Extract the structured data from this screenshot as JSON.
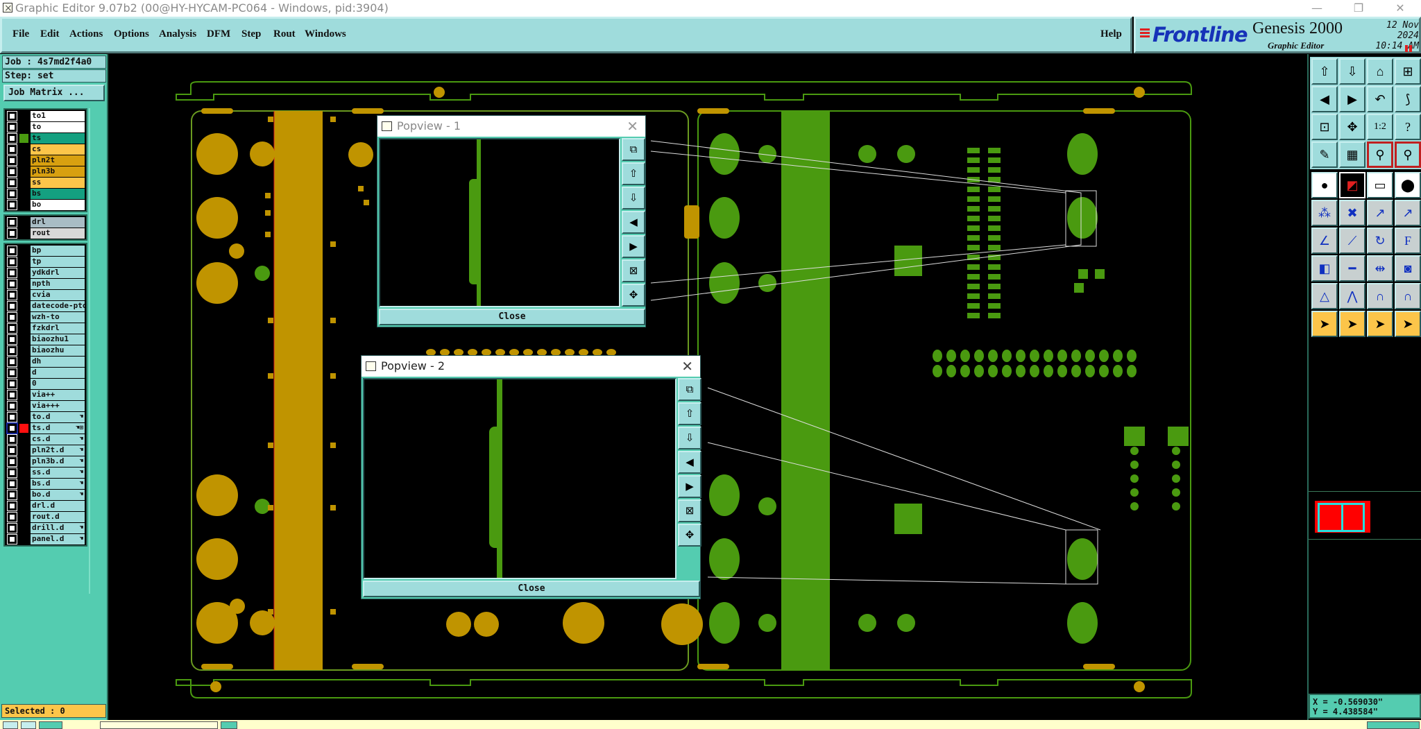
{
  "window": {
    "title": "Graphic Editor 9.07b2 (00@HY-HYCAM-PC064 - Windows, pid:3904)",
    "controls": [
      "minimize",
      "restore",
      "close"
    ]
  },
  "menu": {
    "items": [
      {
        "label": "File",
        "key": "F"
      },
      {
        "label": "Edit",
        "key": "E"
      },
      {
        "label": "Actions",
        "key": "A"
      },
      {
        "label": "Options",
        "key": "p"
      },
      {
        "label": "Analysis",
        "key": ""
      },
      {
        "label": "DFM",
        "key": ""
      },
      {
        "label": "Step",
        "key": "S"
      },
      {
        "label": "Rout",
        "key": "R"
      },
      {
        "label": "Windows",
        "key": "W"
      }
    ],
    "help": "Help"
  },
  "brand": {
    "logo": "Frontline",
    "product": "Genesis 2000",
    "subtitle": "Graphic Editor",
    "date": "12 Nov 2024",
    "time": "10:14 AM"
  },
  "job": {
    "job_label": "Job : 4s7md2f4a0",
    "step_label": "Step: set",
    "matrix_button": "Job Matrix ..."
  },
  "layers": {
    "groups": [
      [
        {
          "name": "to1",
          "color": "#ffffff",
          "swatch": ""
        },
        {
          "name": "to",
          "color": "#ffffff",
          "swatch": ""
        },
        {
          "name": "ts",
          "color": "#14a080",
          "swatch": "#4a9a10"
        },
        {
          "name": "cs",
          "color": "#fcc54a",
          "swatch": ""
        },
        {
          "name": "pln2t",
          "color": "#d8a010",
          "swatch": ""
        },
        {
          "name": "pln3b",
          "color": "#d8a010",
          "swatch": ""
        },
        {
          "name": "ss",
          "color": "#fcc54a",
          "swatch": ""
        },
        {
          "name": "bs",
          "color": "#14a080",
          "swatch": ""
        },
        {
          "name": "bo",
          "color": "#ffffff",
          "swatch": ""
        }
      ],
      [
        {
          "name": "drl",
          "color": "#a8bcc4",
          "swatch": ""
        },
        {
          "name": "rout",
          "color": "#d8d8d8",
          "swatch": ""
        }
      ],
      [
        {
          "name": "bp",
          "color": "#9fdcdc",
          "swatch": ""
        },
        {
          "name": "tp",
          "color": "#9fdcdc",
          "swatch": ""
        },
        {
          "name": "ydkdrl",
          "color": "#9fdcdc",
          "swatch": ""
        },
        {
          "name": "npth",
          "color": "#9fdcdc",
          "swatch": ""
        },
        {
          "name": "cvia",
          "color": "#9fdcdc",
          "swatch": ""
        },
        {
          "name": "datecode-pto",
          "color": "#9fdcdc",
          "swatch": ""
        },
        {
          "name": "wzh-to",
          "color": "#9fdcdc",
          "swatch": ""
        },
        {
          "name": "fzkdrl",
          "color": "#9fdcdc",
          "swatch": ""
        },
        {
          "name": "biaozhu1",
          "color": "#9fdcdc",
          "swatch": ""
        },
        {
          "name": "biaozhu",
          "color": "#9fdcdc",
          "swatch": ""
        },
        {
          "name": "dh",
          "color": "#9fdcdc",
          "swatch": ""
        },
        {
          "name": "d",
          "color": "#9fdcdc",
          "swatch": ""
        },
        {
          "name": "0",
          "color": "#9fdcdc",
          "swatch": ""
        },
        {
          "name": "via++",
          "color": "#9fdcdc",
          "swatch": ""
        },
        {
          "name": "via+++",
          "color": "#9fdcdc",
          "swatch": ""
        },
        {
          "name": "to.d",
          "color": "#9fdcdc",
          "swatch": "",
          "hand": true
        },
        {
          "name": "ts.d",
          "color": "#9fdcdc",
          "swatch": "#ff1010",
          "hand": true,
          "active": true,
          "extra": "⊞"
        },
        {
          "name": "cs.d",
          "color": "#9fdcdc",
          "swatch": "",
          "hand": true
        },
        {
          "name": "pln2t.d",
          "color": "#9fdcdc",
          "swatch": "",
          "hand": true
        },
        {
          "name": "pln3b.d",
          "color": "#9fdcdc",
          "swatch": "",
          "hand": true
        },
        {
          "name": "ss.d",
          "color": "#9fdcdc",
          "swatch": "",
          "hand": true
        },
        {
          "name": "bs.d",
          "color": "#9fdcdc",
          "swatch": "",
          "hand": true
        },
        {
          "name": "bo.d",
          "color": "#9fdcdc",
          "swatch": "",
          "hand": true
        },
        {
          "name": "drl.d",
          "color": "#9fdcdc",
          "swatch": ""
        },
        {
          "name": "rout.d",
          "color": "#9fdcdc",
          "swatch": ""
        },
        {
          "name": "drill.d",
          "color": "#9fdcdc",
          "swatch": "",
          "hand": true
        },
        {
          "name": "panel.d",
          "color": "#9fdcdc",
          "swatch": "",
          "hand": true
        }
      ]
    ]
  },
  "status": {
    "selected": "Selected : 0",
    "x": "X = -0.569030\"",
    "y": "Y = 4.438584\""
  },
  "toolbox": {
    "top": [
      {
        "name": "zoom-up-icon",
        "glyph": "⇧"
      },
      {
        "name": "zoom-down-icon",
        "glyph": "⇩"
      },
      {
        "name": "home-icon",
        "glyph": "⌂"
      },
      {
        "name": "xy-grid-icon",
        "glyph": "⊞"
      },
      {
        "name": "pan-left-icon",
        "glyph": "◀"
      },
      {
        "name": "pan-right-icon",
        "glyph": "▶"
      },
      {
        "name": "undo-view-icon",
        "glyph": "↶"
      },
      {
        "name": "snake-icon",
        "glyph": "⟆"
      },
      {
        "name": "zoom-fit-icon",
        "glyph": "⊡"
      },
      {
        "name": "zoom-center-icon",
        "glyph": "✥"
      },
      {
        "name": "scale-1-2-icon",
        "glyph": "1:2"
      },
      {
        "name": "help-icon",
        "glyph": "?"
      },
      {
        "name": "tools-palette-icon",
        "glyph": "✎"
      },
      {
        "name": "grid-icon",
        "glyph": "▦"
      },
      {
        "name": "netlist-icon",
        "glyph": "⚲"
      },
      {
        "name": "netlist-2-icon",
        "glyph": "⚲"
      }
    ],
    "bottom": [
      {
        "name": "measure-point-icon",
        "glyph": "●",
        "style": "white"
      },
      {
        "name": "measure-box-icon",
        "glyph": "◩",
        "style": "black"
      },
      {
        "name": "ruler-icon",
        "glyph": "▭",
        "style": "white"
      },
      {
        "name": "feature-box-icon",
        "glyph": "⬤",
        "style": "white"
      },
      {
        "name": "connect-pads-icon",
        "glyph": "⁂",
        "style": "gray"
      },
      {
        "name": "delete-pad-icon",
        "glyph": "✖",
        "style": "gray"
      },
      {
        "name": "move-pad-icon",
        "glyph": "↗",
        "style": "gray"
      },
      {
        "name": "move-pad-2-icon",
        "glyph": "↗",
        "style": "gray"
      },
      {
        "name": "angle-line-icon",
        "glyph": "∠",
        "style": "gray"
      },
      {
        "name": "line-arrow-icon",
        "glyph": "⟋",
        "style": "gray"
      },
      {
        "name": "rotate-icon",
        "glyph": "↻",
        "style": "gray"
      },
      {
        "name": "mirror-icon",
        "glyph": "F",
        "style": "gray"
      },
      {
        "name": "pad-move-icon",
        "glyph": "◧",
        "style": "gray"
      },
      {
        "name": "line-segment-icon",
        "glyph": "━",
        "style": "gray"
      },
      {
        "name": "spacing-icon",
        "glyph": "⇹",
        "style": "gray"
      },
      {
        "name": "copper-shapes-icon",
        "glyph": "◙",
        "style": "gray"
      },
      {
        "name": "triangle-edit-icon",
        "glyph": "△",
        "style": "gray"
      },
      {
        "name": "triangle-edit-2-icon",
        "glyph": "⋀",
        "style": "gray"
      },
      {
        "name": "arch-edit-icon",
        "glyph": "∩",
        "style": "gray"
      },
      {
        "name": "arch-edit-2-icon",
        "glyph": "∩",
        "style": "gray"
      },
      {
        "name": "select-icon",
        "glyph": "➤",
        "style": "yellow"
      },
      {
        "name": "select-box-icon",
        "glyph": "➤",
        "style": "yellow"
      },
      {
        "name": "select-poly-icon",
        "glyph": "➤",
        "style": "yellow"
      },
      {
        "name": "select-net-icon",
        "glyph": "➤",
        "style": "yellow"
      }
    ]
  },
  "popviews": [
    {
      "title": "Popview - 1",
      "close": "Close",
      "active": false
    },
    {
      "title": "Popview - 2",
      "close": "Close",
      "active": true
    }
  ],
  "popview_tools": [
    {
      "name": "swap-view-icon",
      "glyph": "⧉"
    },
    {
      "name": "zoom-up-icon",
      "glyph": "⇧"
    },
    {
      "name": "zoom-down-icon",
      "glyph": "⇩"
    },
    {
      "name": "pan-left-icon",
      "glyph": "◀"
    },
    {
      "name": "pan-right-icon",
      "glyph": "▶"
    },
    {
      "name": "zoom-fit-icon",
      "glyph": "⊠"
    },
    {
      "name": "zoom-center-icon",
      "glyph": "✥"
    }
  ],
  "colors": {
    "panel": "#9fdcdc",
    "panel_dark": "#54ccb0",
    "copper_top": "#4a9a10",
    "copper_inner": "#c09400",
    "outline": "#4a9a10"
  }
}
